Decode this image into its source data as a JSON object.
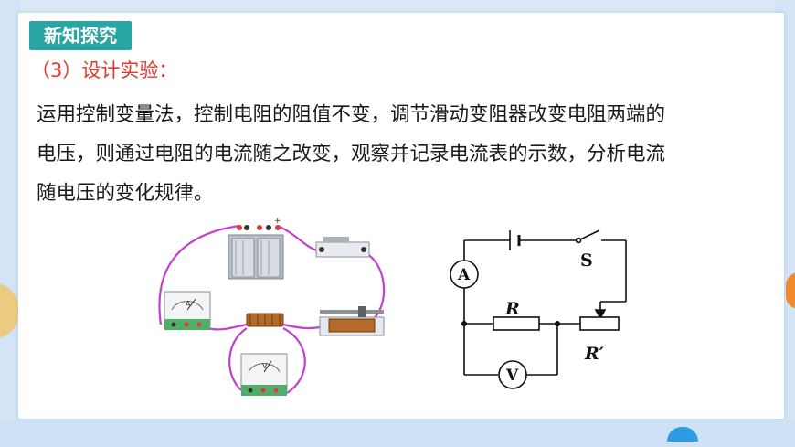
{
  "slide": {
    "tag": "新知探究",
    "subheading": "（3）设计实验：",
    "paragraph_lines": [
      "运用控制变量法，控制电阻的阻值不变，调节滑动变阻器改变电阻两端的",
      "电压，则通过电阻的电流随之改变，观察并记录电流表的示数，分析电流",
      "随电压的变化规律。"
    ]
  },
  "circuit_diagram": {
    "switch_label": "S",
    "ammeter_symbol": "A",
    "voltmeter_symbol": "V",
    "resistor_label": "R",
    "rheostat_label": "R′"
  },
  "apparatus": {
    "battery_plus": "+",
    "ammeter_face": "A",
    "voltmeter_face": "V"
  },
  "colors": {
    "tag_bg": "#27a6a3",
    "subheading": "#e8362b",
    "wire": "#c23fcf",
    "background": "#dbe9f7"
  }
}
